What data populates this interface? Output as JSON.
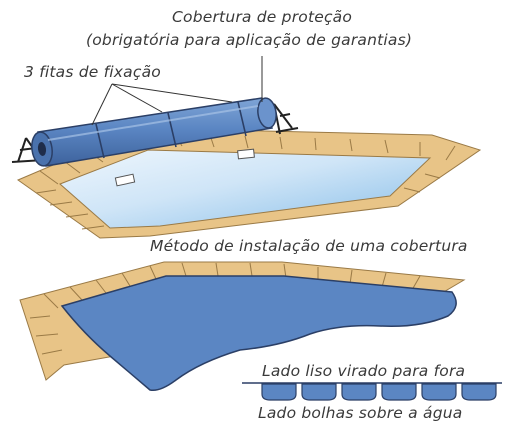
{
  "labels": {
    "cover_title_line1": "Cobertura de proteção",
    "cover_title_line2": "(obrigatória para aplicação de garantias)",
    "straps": "3 fitas de fixação",
    "install_method": "Método de instalação de uma cobertura",
    "smooth_side": "Lado liso virado para fora",
    "bubble_side": "Lado bolhas sobre a água"
  },
  "colors": {
    "cover_blue": "#5b86c3",
    "cover_outline": "#2b3f66",
    "water_light": "#dcecf9",
    "water_mid": "#a9d0ee",
    "tile": "#e8c487",
    "tile_outline": "#9a7a46"
  }
}
